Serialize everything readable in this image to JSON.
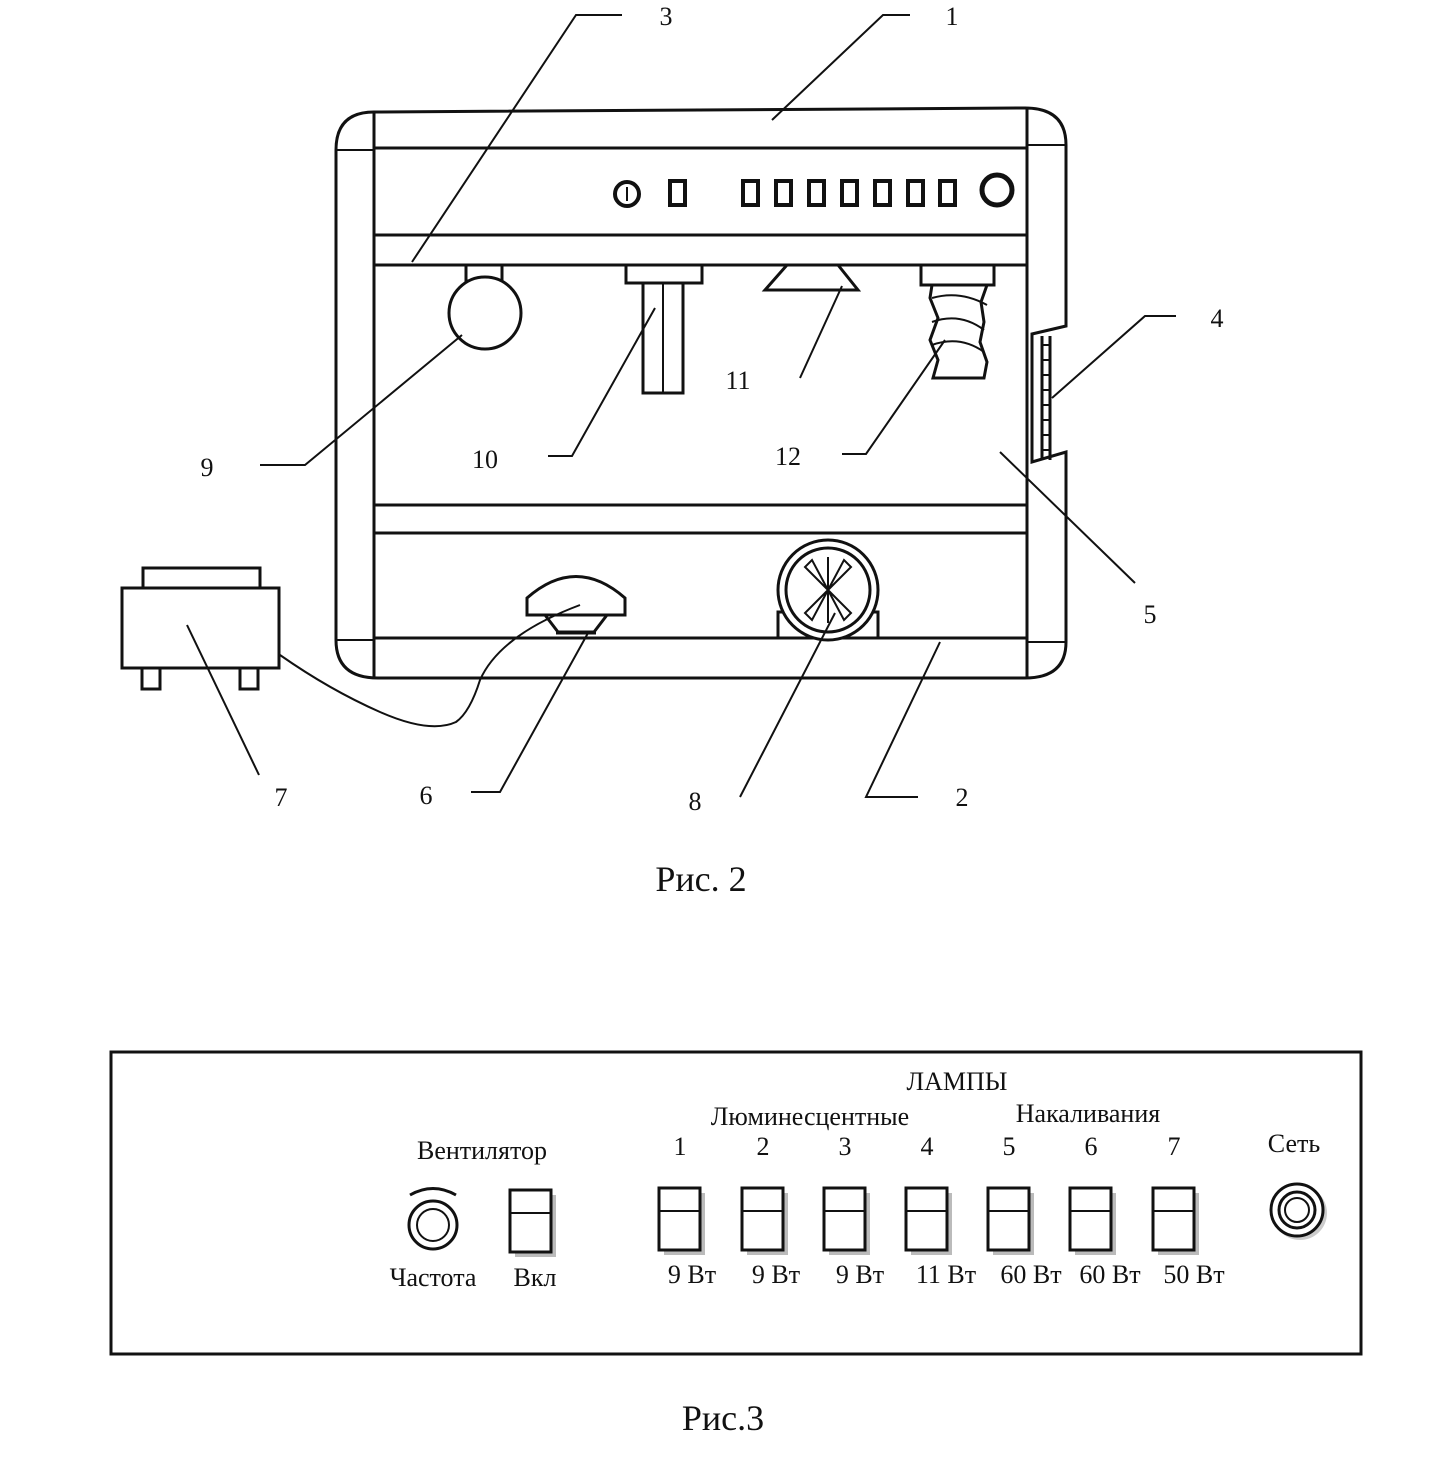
{
  "figure2": {
    "caption": "Рис. 2",
    "callouts": {
      "n1": "1",
      "n2": "2",
      "n3": "3",
      "n4": "4",
      "n5": "5",
      "n6": "6",
      "n7": "7",
      "n8": "8",
      "n9": "9",
      "n10": "10",
      "n11": "11",
      "n12": "12"
    }
  },
  "figure3": {
    "caption": "Рис.3",
    "fan_label": "Вентилятор",
    "frequency_label": "Частота",
    "on_label": "Вкл",
    "lamps_title": "ЛАМПЫ",
    "fluorescent_label": "Люминесцентные",
    "incandescent_label": "Накаливания",
    "mains_label": "Сеть",
    "lamps": [
      {
        "number": "1",
        "power": "9 Вт"
      },
      {
        "number": "2",
        "power": "9 Вт"
      },
      {
        "number": "3",
        "power": "9 Вт"
      },
      {
        "number": "4",
        "power": "11 Вт"
      },
      {
        "number": "5",
        "power": "60 Вт"
      },
      {
        "number": "6",
        "power": "60 Вт"
      },
      {
        "number": "7",
        "power": "50 Вт"
      }
    ]
  }
}
